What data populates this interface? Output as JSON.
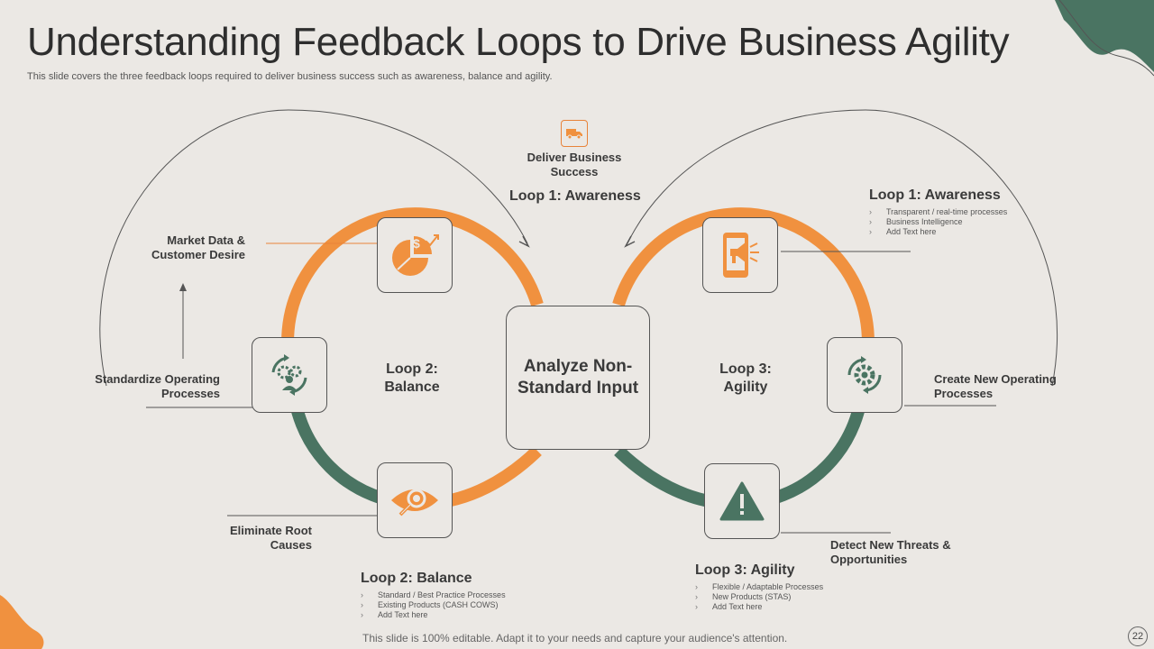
{
  "title": "Understanding Feedback Loops to Drive Business Agility",
  "subtitle": "This slide covers the three feedback loops required to deliver business success such as awareness, balance and agility.",
  "center": {
    "label": "Analyze Non-Standard Input"
  },
  "top": {
    "deliver": "Deliver Business Success",
    "loop_label": "Loop 1: Awareness"
  },
  "left_loop": {
    "label": "Loop 2: Balance"
  },
  "right_loop": {
    "label": "Loop 3: Agility"
  },
  "labels": {
    "market": "Market Data & Customer Desire",
    "standardize": "Standardize Operating Processes",
    "eliminate": "Eliminate Root Causes",
    "create": "Create New Operating Processes",
    "detect": "Detect New Threats & Opportunities"
  },
  "panels": {
    "awareness": {
      "heading": "Loop 1: Awareness",
      "items": [
        "Transparent / real-time processes",
        "Business Intelligence",
        "Add Text here"
      ]
    },
    "balance": {
      "heading": "Loop 2: Balance",
      "items": [
        "Standard / Best Practice Processes",
        "Existing Products (CASH COWS)",
        "Add Text here"
      ]
    },
    "agility": {
      "heading": "Loop 3: Agility",
      "items": [
        "Flexible / Adaptable Processes",
        "New Products (STAS)",
        "Add Text here"
      ]
    }
  },
  "footer": "This slide is 100% editable. Adapt it to your needs and capture your audience's attention.",
  "page_number": "22",
  "colors": {
    "orange": "#f0913f",
    "green": "#4a7462",
    "background": "#ebe8e4"
  },
  "icons": [
    "truck-icon",
    "pie-chart-dollar-icon",
    "gear-cycle-people-icon",
    "eye-search-icon",
    "phone-megaphone-icon",
    "gear-refresh-icon",
    "warning-icon"
  ]
}
